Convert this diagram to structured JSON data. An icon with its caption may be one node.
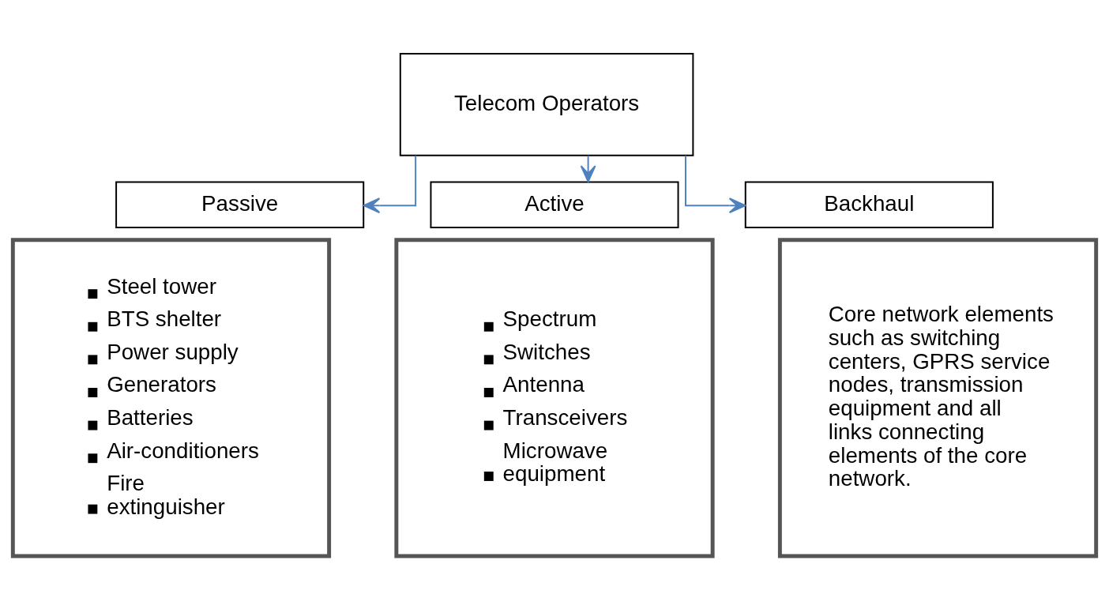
{
  "diagram": {
    "nodes": [
      {
        "text": [
          "Telecom Operators"
        ]
      },
      {
        "text": [
          "Passive"
        ]
      },
      {
        "text": [
          "Steel tower",
          "BTS shelter",
          "Power supply",
          "Generators",
          "Batteries",
          "Air-conditioners",
          "Fire extinguisher"
        ]
      },
      {
        "text": [
          "Active"
        ]
      },
      {
        "text": [
          "Spectrum",
          "Switches",
          "Antenna",
          "Transceivers",
          "Microwave equipment"
        ]
      },
      {
        "text": [
          "Backhaul"
        ]
      },
      {
        "text": [
          "Core network elements such as switching centers, GPRS service nodes, transmission equipment and all links connecting elements of the core network."
        ]
      }
    ],
    "edges": [
      {
        "from": 0,
        "to": 1,
        "arrow": "to"
      },
      {
        "from": 0,
        "to": 3,
        "arrow": "to"
      },
      {
        "from": 0,
        "to": 5,
        "arrow": "to"
      }
    ]
  }
}
